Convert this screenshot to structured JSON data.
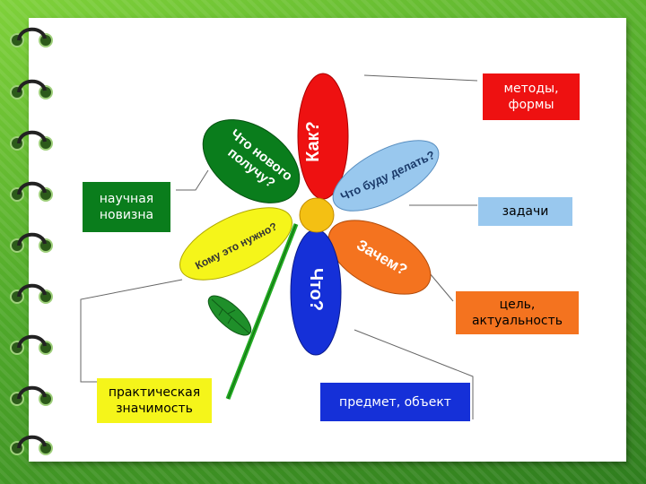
{
  "petals": {
    "kak": "Как?",
    "chto_novogo": "Что нового\nполучу?",
    "chto_budu_delat": "Что буду делать?",
    "zachem": "Зачем?",
    "chto": "Что?",
    "komu_eto_nuzhno": "Кому это нужно?"
  },
  "boxes": {
    "metody": "методы,\nформы",
    "zadachi": "задачи",
    "tsel": "цель,\nактуальность",
    "predmet": "предмет, объект",
    "prakticheskaya": "практическая\nзначимость",
    "nauchnaya": "научная\nновизна"
  },
  "colors": {
    "red": "#ee1111",
    "lightblue": "#99c8ee",
    "orange": "#f4731f",
    "blue": "#1530d8",
    "yellow": "#f5f51a",
    "green": "#0a7d1c",
    "center": "#f4c013"
  }
}
